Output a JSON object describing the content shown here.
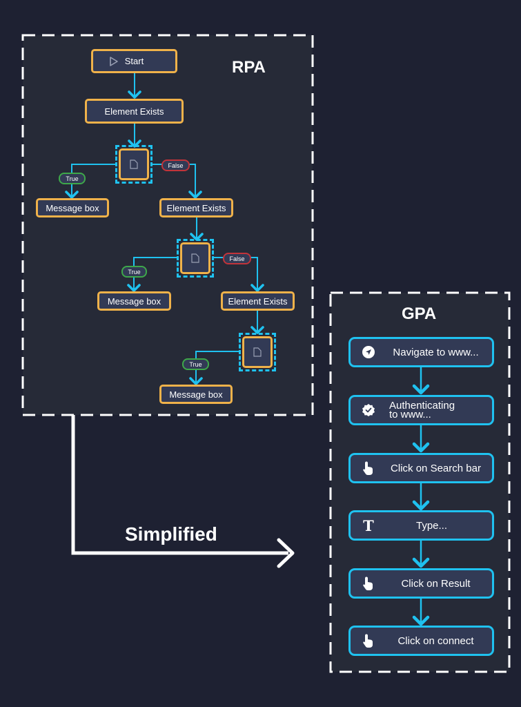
{
  "rpa": {
    "title": "RPA",
    "start_label": "Start",
    "element_exists_label": "Element Exists",
    "message_box_label": "Message box",
    "true_label": "True",
    "false_label": "False"
  },
  "gpa": {
    "title": "GPA",
    "steps": [
      {
        "label": "Navigate to www...",
        "icon": "navigate-icon"
      },
      {
        "label": "Authenticating\nto www...",
        "icon": "check-badge-icon"
      },
      {
        "label": "Click on Search bar",
        "icon": "pointer-hand-icon"
      },
      {
        "label": "Type...",
        "icon": "text-type-icon"
      },
      {
        "label": "Click on Result",
        "icon": "pointer-hand-icon"
      },
      {
        "label": "Click on connect",
        "icon": "pointer-hand-icon"
      }
    ]
  },
  "transition_label": "Simplified",
  "colors": {
    "background": "#1e2132",
    "panel": "#262a37",
    "rpa_border": "#f0b24a",
    "gpa_border": "#1fc2f0",
    "node_fill": "#323a55",
    "true_color": "#3ea84a",
    "false_color": "#c2343a"
  }
}
